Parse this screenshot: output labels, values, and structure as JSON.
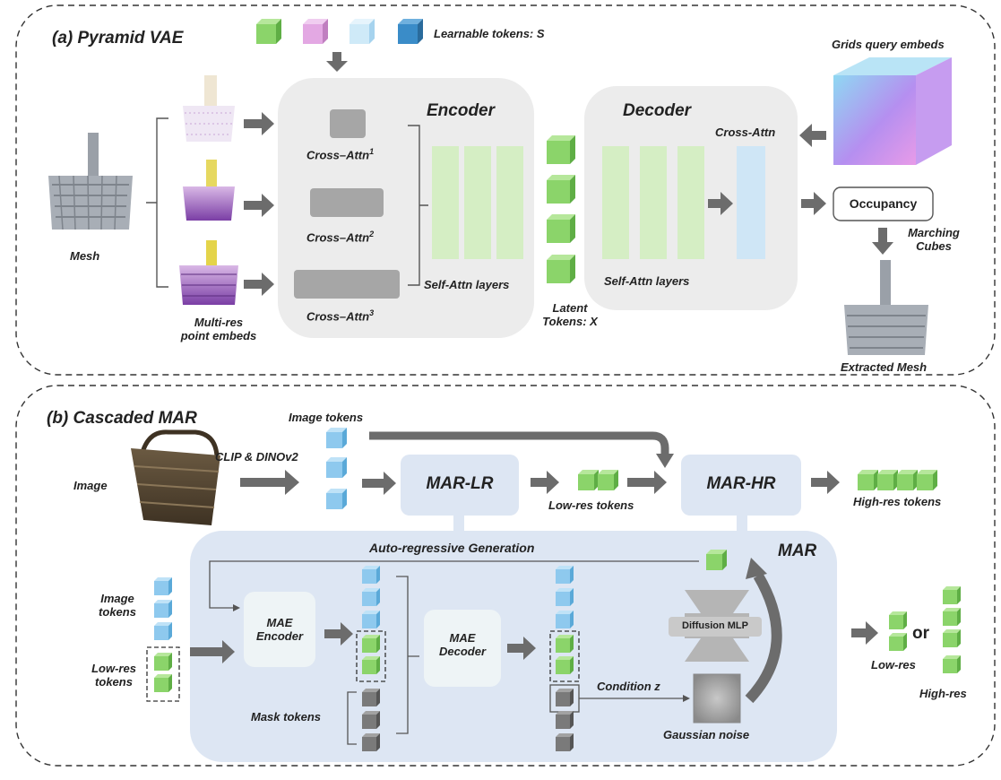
{
  "section_a": {
    "title": "(a) Pyramid VAE",
    "learnable_tokens": "Learnable tokens: S",
    "grids_query": "Grids query embeds",
    "mesh": "Mesh",
    "multi_res_line1": "Multi-res",
    "multi_res_line2": "point embeds",
    "encoder": "Encoder",
    "decoder": "Decoder",
    "cross_attn": "Cross–Attn",
    "cross_attn_1_sup": "1",
    "cross_attn_2_sup": "2",
    "cross_attn_3_sup": "3",
    "self_attn_encoder": "Self-Attn layers",
    "self_attn_decoder": "Self-Attn layers",
    "decoder_cross_attn": "Cross-Attn",
    "latent_line1": "Latent",
    "latent_line2": "Tokens: X",
    "occupancy": "Occupancy",
    "marching_line1": "Marching",
    "marching_line2": "Cubes",
    "extracted_mesh": "Extracted Mesh"
  },
  "section_b": {
    "title": "(b) Cascaded MAR",
    "image": "Image",
    "clip": "CLIP & DINOv2",
    "image_tokens": "Image tokens",
    "mar_lr": "MAR-LR",
    "mar_hr": "MAR-HR",
    "low_res_tokens": "Low-res  tokens",
    "high_res_tokens": "High-res tokens",
    "autoregressive": "Auto-regressive Generation",
    "mar": "MAR",
    "image_tokens_line1": "Image",
    "image_tokens_line2": "tokens",
    "low_res_line1": "Low-res",
    "low_res_line2": "tokens",
    "mae_encoder_line1": "MAE",
    "mae_encoder_line2": "Encoder",
    "mae_decoder_line1": "MAE",
    "mae_decoder_line2": "Decoder",
    "mask_tokens": "Mask tokens",
    "condition": "Condition z",
    "diffusion_mlp": "Diffusion MLP",
    "gaussian_noise": "Gaussian noise",
    "or": "or",
    "low_res": "Low-res",
    "high_res": "High-res"
  },
  "colors": {
    "green_token": "#8bd46a",
    "blue_token": "#8ec9ee",
    "gray_token": "#7a7a7a",
    "pink_token": "#e3a8e3",
    "light_blue_token": "#cfeaf8",
    "deep_blue_token": "#3a8cc8",
    "panel_gray": "#ececec",
    "panel_blue": "#dde6f3",
    "arrow_gray": "#6c6c6c"
  }
}
